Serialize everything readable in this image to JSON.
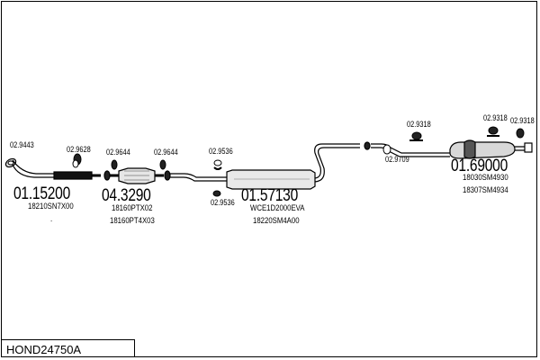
{
  "diagram": {
    "title": "HOND24750A",
    "part_numbers": {
      "front_pipe": "01.15200",
      "catalyst": "04.3290",
      "middle_silencer": "01.57130",
      "rear_silencer": "01.69000"
    },
    "oe_references": {
      "front_pipe": "18210SN7X00",
      "catalyst_1": "18160PTX02",
      "catalyst_2": "18160PT4X03",
      "middle_1": "WCE1D2000EVA",
      "middle_2": "18220SM4A00",
      "rear_1": "18030SM4930",
      "rear_2": "18307SM4934"
    },
    "clamps": {
      "c1": "02.9443",
      "c2": "02.9628",
      "c3": "02.9644",
      "c4": "02.9644",
      "c5": "02.9536",
      "c6": "02.9536",
      "c7": "02.9318",
      "c8": "02.9709",
      "c9": "02.9318",
      "c10": "02.9318"
    },
    "dot": "."
  }
}
